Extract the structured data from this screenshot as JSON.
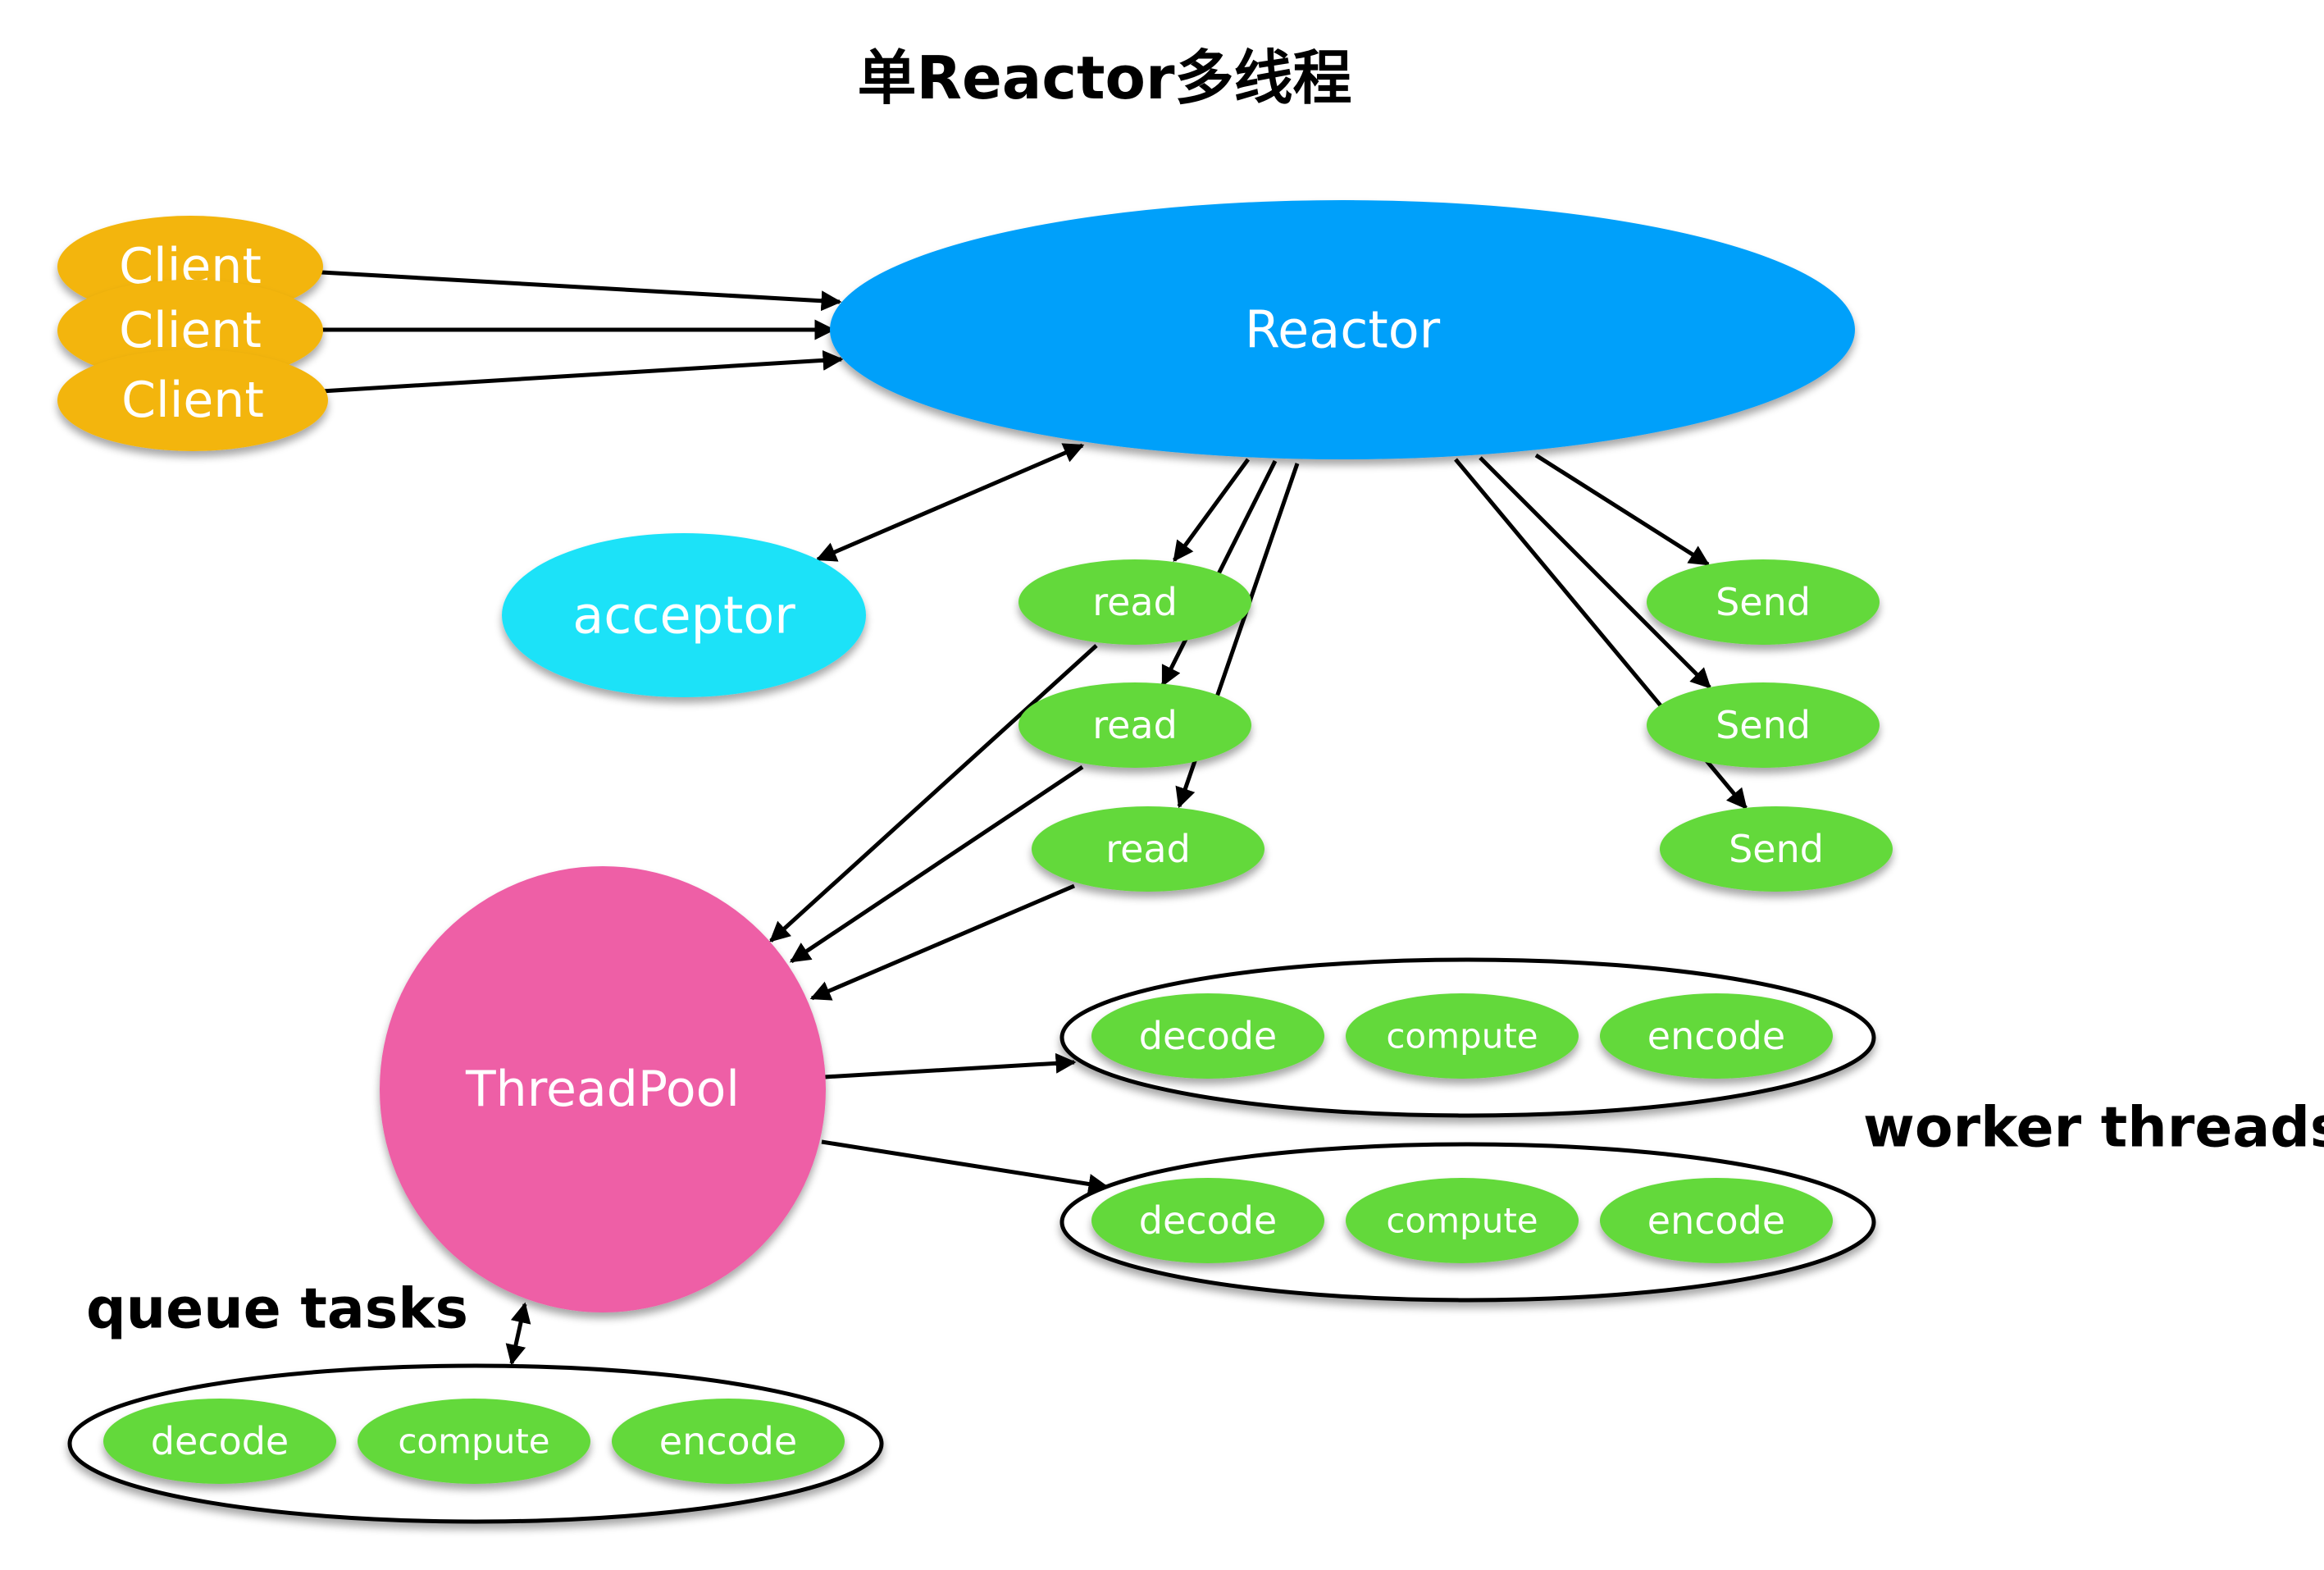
{
  "title": "单Reactor多线程",
  "nodes": {
    "client_1": "Client",
    "client_2": "Client",
    "client_3": "Client",
    "reactor": "Reactor",
    "acceptor": "acceptor",
    "read_1": "read",
    "read_2": "read",
    "read_3": "read",
    "send_1": "Send",
    "send_2": "Send",
    "send_3": "Send",
    "threadpool": "ThreadPool"
  },
  "worker_group_1": {
    "decode": "decode",
    "compute": "compute",
    "encode": "encode"
  },
  "worker_group_2": {
    "decode": "decode",
    "compute": "compute",
    "encode": "encode"
  },
  "queue_group": {
    "decode": "decode",
    "compute": "compute",
    "encode": "encode"
  },
  "labels": {
    "worker_threads": "worker threads",
    "queue_tasks": "queue tasks"
  },
  "colors": {
    "client": "#f3b50f",
    "reactor": "#03a0fa",
    "acceptor": "#1ee2f8",
    "task": "#64d93b",
    "threadpool": "#ee5fa6",
    "edge": "#000000"
  },
  "edges": [
    {
      "from": "client_1",
      "to": "reactor"
    },
    {
      "from": "client_2",
      "to": "reactor"
    },
    {
      "from": "client_3",
      "to": "reactor"
    },
    {
      "from": "reactor",
      "to": "acceptor",
      "bidirectional": true
    },
    {
      "from": "reactor",
      "to": "read_1"
    },
    {
      "from": "reactor",
      "to": "read_2"
    },
    {
      "from": "reactor",
      "to": "read_3"
    },
    {
      "from": "reactor",
      "to": "send_1"
    },
    {
      "from": "reactor",
      "to": "send_2"
    },
    {
      "from": "reactor",
      "to": "send_3"
    },
    {
      "from": "read_1",
      "to": "threadpool"
    },
    {
      "from": "read_2",
      "to": "threadpool"
    },
    {
      "from": "read_3",
      "to": "threadpool"
    },
    {
      "from": "threadpool",
      "to": "worker_group_1"
    },
    {
      "from": "threadpool",
      "to": "worker_group_2"
    },
    {
      "from": "threadpool",
      "to": "queue_group",
      "bidirectional": true
    }
  ]
}
